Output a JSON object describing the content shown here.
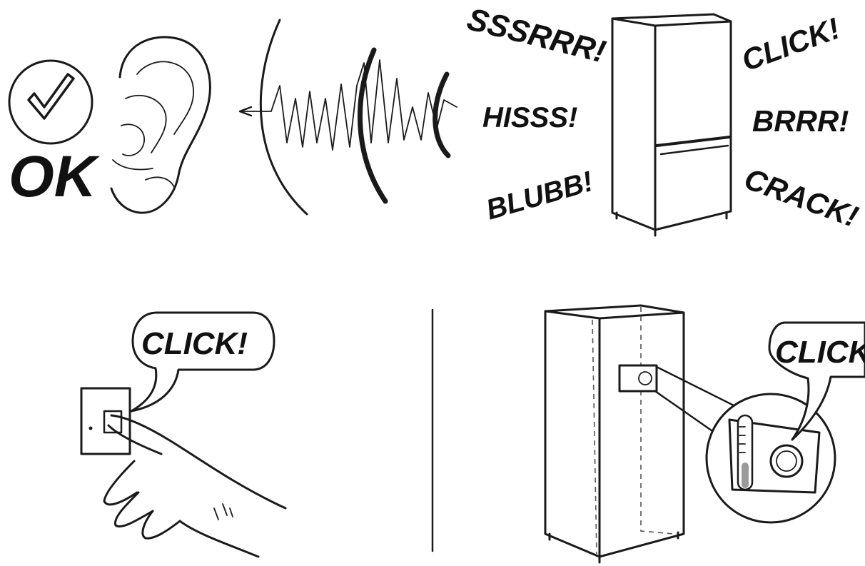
{
  "top_panel": {
    "ok_label": "OK",
    "sounds": {
      "sssrrr": "SSSRRR!",
      "hisss": "HISSS!",
      "blubb": "BLUBB!",
      "click": "CLICK!",
      "brrr": "BRRR!",
      "crack": "CRACK!"
    }
  },
  "bottom_left": {
    "bubble_text": "CLICK!"
  },
  "bottom_right": {
    "bubble_text": "CLICK"
  },
  "colors": {
    "ink": "#1a1a1a",
    "thermometer_fill": "#9a9a9a",
    "background": "#ffffff"
  }
}
